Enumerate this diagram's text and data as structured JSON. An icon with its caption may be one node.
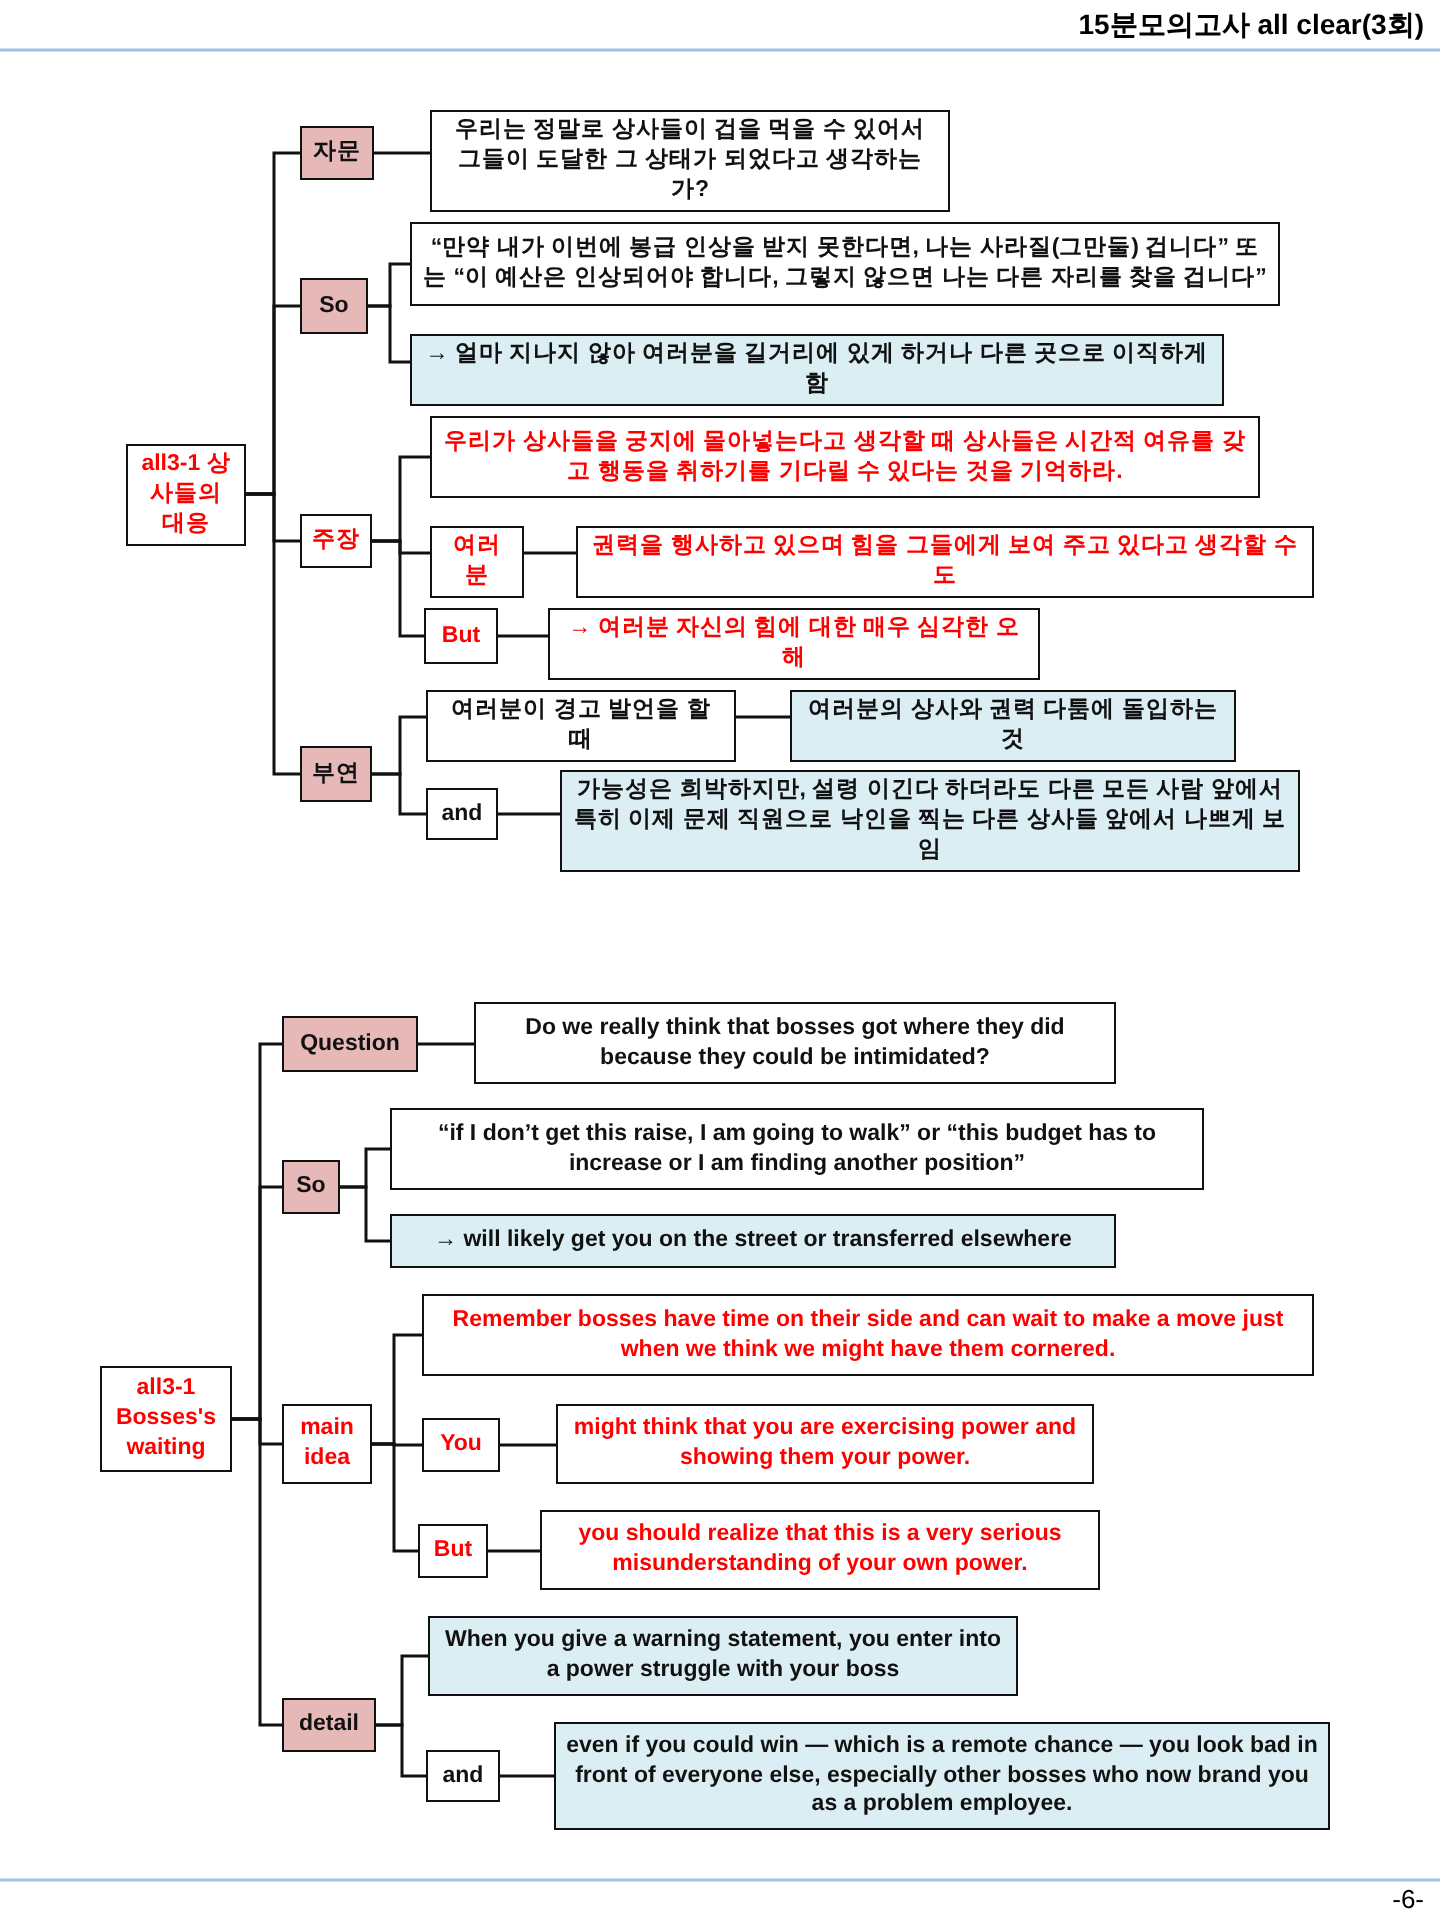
{
  "diagram": {
    "title": "15분모의고사 all clear(3회)",
    "nodes": [
      {
        "text": [
          "all3-1 상사들의 대응"
        ]
      },
      {
        "text": [
          "자문"
        ]
      },
      {
        "text": [
          "우리는 정말로 상사들이 겁을 먹을 수 있어서 그들이 도달한 그 상태가 되었다고 생각하는가?"
        ]
      },
      {
        "text": [
          "So"
        ]
      },
      {
        "text": [
          "“만약 내가 이번에 봉급 인상을 받지 못한다면, 나는 사라질(그만둘) 겁니다” 또는 “이 예산은 인상되어야 합니다, 그렇지 않으면 나는 다른 자리를 찾을 겁니다”"
        ]
      },
      {
        "text": [
          "→ 얼마 지나지 않아 여러분을 길거리에 있게 하거나 다른 곳으로 이직하게 함"
        ]
      },
      {
        "text": [
          "주장"
        ]
      },
      {
        "text": [
          "우리가 상사들을 궁지에 몰아넣는다고 생각할 때 상사들은 시간적 여유를 갖고 행동을 취하기를 기다릴 수 있다는 것을 기억하라."
        ]
      },
      {
        "text": [
          "여러분"
        ]
      },
      {
        "text": [
          "권력을 행사하고 있으며 힘을 그들에게 보여 주고 있다고 생각할 수도"
        ]
      },
      {
        "text": [
          "But"
        ]
      },
      {
        "text": [
          "→ 여러분 자신의 힘에 대한 매우 심각한 오해"
        ]
      },
      {
        "text": [
          "부연"
        ]
      },
      {
        "text": [
          "여러분이 경고 발언을 할 때"
        ]
      },
      {
        "text": [
          "여러분의 상사와 권력 다툼에 돌입하는 것"
        ]
      },
      {
        "text": [
          "and"
        ]
      },
      {
        "text": [
          "가능성은 희박하지만, 설령 이긴다 하더라도 다른 모든 사람 앞에서 특히 이제 문제 직원으로 낙인을 찍는 다른 상사들 앞에서 나쁘게 보임"
        ]
      },
      {
        "text": [
          "all3-1 Bosses's waiting"
        ]
      },
      {
        "text": [
          "Question"
        ]
      },
      {
        "text": [
          "Do we really think that bosses got where they did because they could be intimidated?"
        ]
      },
      {
        "text": [
          "So"
        ]
      },
      {
        "text": [
          "“if I don’t get this raise, I am going to walk” or “this budget has to increase or I am finding another position”"
        ]
      },
      {
        "text": [
          "→ will likely get you on the street or transferred elsewhere"
        ]
      },
      {
        "text": [
          "main idea"
        ]
      },
      {
        "text": [
          "Remember bosses have time on their side and can wait to make a move just when we think we might have them cornered."
        ]
      },
      {
        "text": [
          "You"
        ]
      },
      {
        "text": [
          "might think that you are exercising power and showing them your power."
        ]
      },
      {
        "text": [
          "But"
        ]
      },
      {
        "text": [
          "you should realize that this is a very serious misunderstanding of your own power."
        ]
      },
      {
        "text": [
          "detail"
        ]
      },
      {
        "text": [
          "When you give a warning statement, you enter into a power struggle with your boss"
        ]
      },
      {
        "text": [
          "and"
        ]
      },
      {
        "text": [
          "even if you could win — which is a remote chance — you look bad in front of everyone else, especially other bosses who now brand you as a problem employee."
        ]
      }
    ],
    "edges": [
      {
        "from": 0,
        "to": 1,
        "arrow": "none"
      },
      {
        "from": 0,
        "to": 3,
        "arrow": "none"
      },
      {
        "from": 0,
        "to": 6,
        "arrow": "none"
      },
      {
        "from": 0,
        "to": 12,
        "arrow": "none"
      },
      {
        "from": 1,
        "to": 2,
        "arrow": "none"
      },
      {
        "from": 3,
        "to": 4,
        "arrow": "none"
      },
      {
        "from": 3,
        "to": 5,
        "arrow": "none"
      },
      {
        "from": 6,
        "to": 7,
        "arrow": "none"
      },
      {
        "from": 6,
        "to": 8,
        "arrow": "none"
      },
      {
        "from": 6,
        "to": 10,
        "arrow": "none"
      },
      {
        "from": 8,
        "to": 9,
        "arrow": "none"
      },
      {
        "from": 10,
        "to": 11,
        "arrow": "none"
      },
      {
        "from": 12,
        "to": 13,
        "arrow": "none"
      },
      {
        "from": 12,
        "to": 15,
        "arrow": "none"
      },
      {
        "from": 13,
        "to": 14,
        "arrow": "none"
      },
      {
        "from": 15,
        "to": 16,
        "arrow": "none"
      },
      {
        "from": 17,
        "to": 18,
        "arrow": "none"
      },
      {
        "from": 17,
        "to": 20,
        "arrow": "none"
      },
      {
        "from": 17,
        "to": 23,
        "arrow": "none"
      },
      {
        "from": 17,
        "to": 29,
        "arrow": "none"
      },
      {
        "from": 18,
        "to": 19,
        "arrow": "none"
      },
      {
        "from": 20,
        "to": 21,
        "arrow": "none"
      },
      {
        "from": 20,
        "to": 22,
        "arrow": "none"
      },
      {
        "from": 23,
        "to": 24,
        "arrow": "none"
      },
      {
        "from": 23,
        "to": 25,
        "arrow": "none"
      },
      {
        "from": 23,
        "to": 27,
        "arrow": "none"
      },
      {
        "from": 25,
        "to": 26,
        "arrow": "none"
      },
      {
        "from": 27,
        "to": 28,
        "arrow": "none"
      },
      {
        "from": 29,
        "to": 30,
        "arrow": "none"
      },
      {
        "from": 29,
        "to": 31,
        "arrow": "none"
      },
      {
        "from": 31,
        "to": 32,
        "arrow": "none"
      }
    ],
    "labels": [
      "-6-"
    ]
  }
}
